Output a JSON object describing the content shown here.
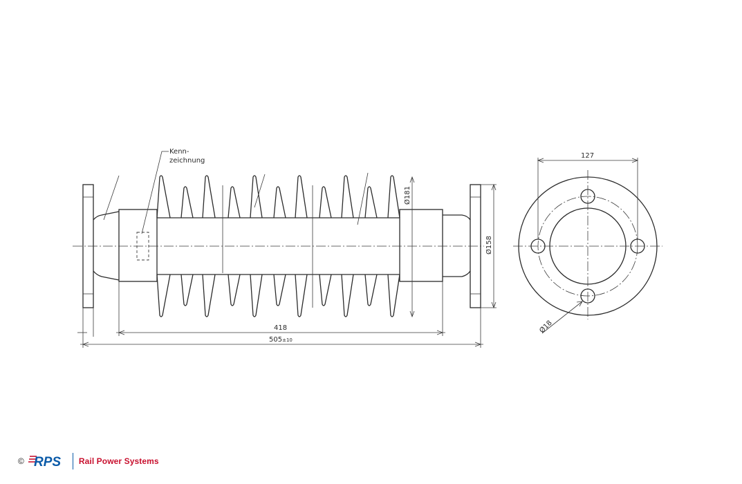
{
  "drawing": {
    "label_marking": [
      "Kenn-",
      "zeichnung"
    ],
    "dimensions": {
      "shed_diameter": "Ø181",
      "flange_diameter": "Ø158",
      "body_length": "418",
      "overall_length": "505",
      "overall_tolerance": "±10",
      "bolt_circle": "127",
      "hole_diameter": "Ø18"
    }
  },
  "footer": {
    "copyright": "©",
    "logo_text": "RPS",
    "company": "Rail Power Systems"
  },
  "colors": {
    "line": "#2a2a2a",
    "brand_blue": "#0a5aa8",
    "brand_red": "#c8102e"
  }
}
